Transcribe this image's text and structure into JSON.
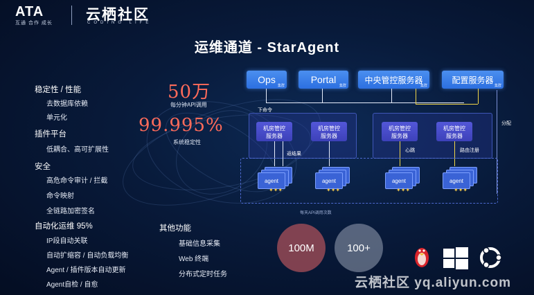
{
  "header": {
    "ata": "ATA",
    "ata_sub": "互通 合作 成长",
    "yq": "云栖社区",
    "yq_sub": "CODING LIFE"
  },
  "title": "运维通道 - StarAgent",
  "features": {
    "g1": "稳定性  /  性能",
    "g1_s1": "去数据库依赖",
    "g1_s2": "单元化",
    "g2": "插件平台",
    "g2_s1": "低耦合、高可扩展性",
    "g3": "安全",
    "g3_s1": "高危命令审计 / 拦截",
    "g3_s2": "命令映射",
    "g3_s3": "全链路加密签名",
    "g4": "自动化运维 95%",
    "g4_s1": "IP段自动关联",
    "g4_s2": "自动扩缩容  / 自动负载均衡",
    "g4_s3": "Agent / 插件版本自动更新",
    "g4_s4": "Agent自检 / 自愈"
  },
  "stats": {
    "calls": "50万",
    "calls_caption": "每分钟API调用",
    "stability": "99.995%",
    "stability_caption": "系统稳定性"
  },
  "other": {
    "title": "其他功能",
    "items": [
      "基础信息采集",
      "Web 终端",
      "分布式定时任务"
    ]
  },
  "diagram": {
    "services": [
      {
        "label": "Ops",
        "tag": "集群"
      },
      {
        "label": "Portal",
        "tag": "集群"
      },
      {
        "label": "中央管控服务器",
        "tag": "集群"
      },
      {
        "label": "配置服务器",
        "tag": "集群"
      }
    ],
    "room_label": "机房管控\n服务器",
    "agent_label": "agent",
    "cmd_down": "下命令",
    "result_back": "返结果",
    "heartbeat": "心跳",
    "route_register": "路由注册",
    "distribute": "分配",
    "daily_caption": "每天API调用次数",
    "bubble_1": "100M",
    "bubble_2": "100+"
  },
  "watermark": {
    "text": "云栖社区 yq.aliyun.com"
  },
  "colors": {
    "accent_red": "#ff6b5a",
    "service_blue": "#3a7ee8",
    "room_purple": "#4a4ec8",
    "heartbeat_yellow": "#f2d648"
  }
}
